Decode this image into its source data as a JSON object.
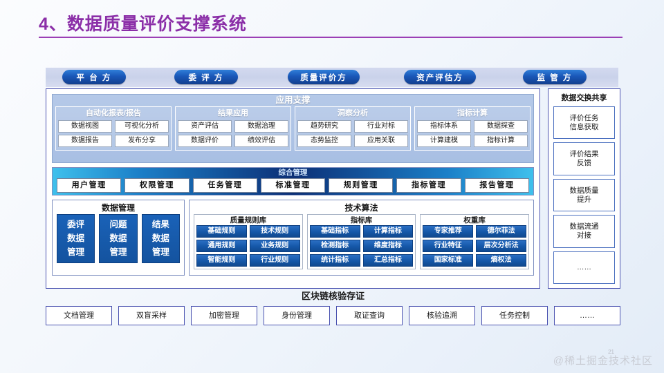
{
  "slide": {
    "title": "4、数据质量评价支撑系统",
    "page_number": "21",
    "watermark": "@稀土掘金技术社区",
    "accent_color": "#8b2fa8",
    "frame_border_color": "#4a52b0"
  },
  "banner": {
    "roles": [
      {
        "label": "平 台 方"
      },
      {
        "label": "委 评 方"
      },
      {
        "label": "质量评价方"
      },
      {
        "label": "资产评估方"
      },
      {
        "label": "监 管 方"
      }
    ]
  },
  "app_support": {
    "title": "应用支撑",
    "columns": [
      {
        "title": "自动化报表/报告",
        "items": [
          "数据视图",
          "可视化分析",
          "数据报告",
          "发布分享"
        ]
      },
      {
        "title": "结果应用",
        "items": [
          "资产评估",
          "数据治理",
          "数据评价",
          "绩效评估"
        ]
      },
      {
        "title": "洞察分析",
        "items": [
          "趋势研究",
          "行业对标",
          "态势监控",
          "应用关联"
        ]
      },
      {
        "title": "指标计算",
        "items": [
          "指标体系",
          "数据探查",
          "计算建模",
          "指标计算"
        ]
      }
    ]
  },
  "comprehensive_management": {
    "title": "综合管理",
    "items": [
      "用户管理",
      "权限管理",
      "任务管理",
      "标准管理",
      "规则管理",
      "指标管理",
      "报告管理"
    ]
  },
  "data_management": {
    "title": "数据管理",
    "items": [
      "委评\n数据\n管理",
      "问题\n数据\n管理",
      "结果\n数据\n管理"
    ],
    "items_flat": [
      "委评数据管理",
      "问题数据管理",
      "结果数据管理"
    ]
  },
  "tech_algorithm": {
    "title": "技术算法",
    "columns": [
      {
        "title": "质量规则库",
        "items": [
          "基础规则",
          "技术规则",
          "通用规则",
          "业务规则",
          "智能规则",
          "行业规则"
        ]
      },
      {
        "title": "指标库",
        "items": [
          "基础指标",
          "计算指标",
          "检测指标",
          "维度指标",
          "统计指标",
          "汇总指标"
        ]
      },
      {
        "title": "权重库",
        "items": [
          "专家推荐",
          "德尔菲法",
          "行业特征",
          "层次分析法",
          "国家标准",
          "熵权法"
        ]
      }
    ]
  },
  "sidebar": {
    "title": "数据交换共享",
    "items": [
      "评价任务\n信息获取",
      "评价结果\n反馈",
      "数据质量\n提升",
      "数据流通\n对接",
      "……"
    ]
  },
  "blockchain": {
    "title": "区块链核验存证",
    "items": [
      "文档管理",
      "双盲采样",
      "加密管理",
      "身份管理",
      "取证查询",
      "核验追溯",
      "任务控制",
      "……"
    ]
  }
}
